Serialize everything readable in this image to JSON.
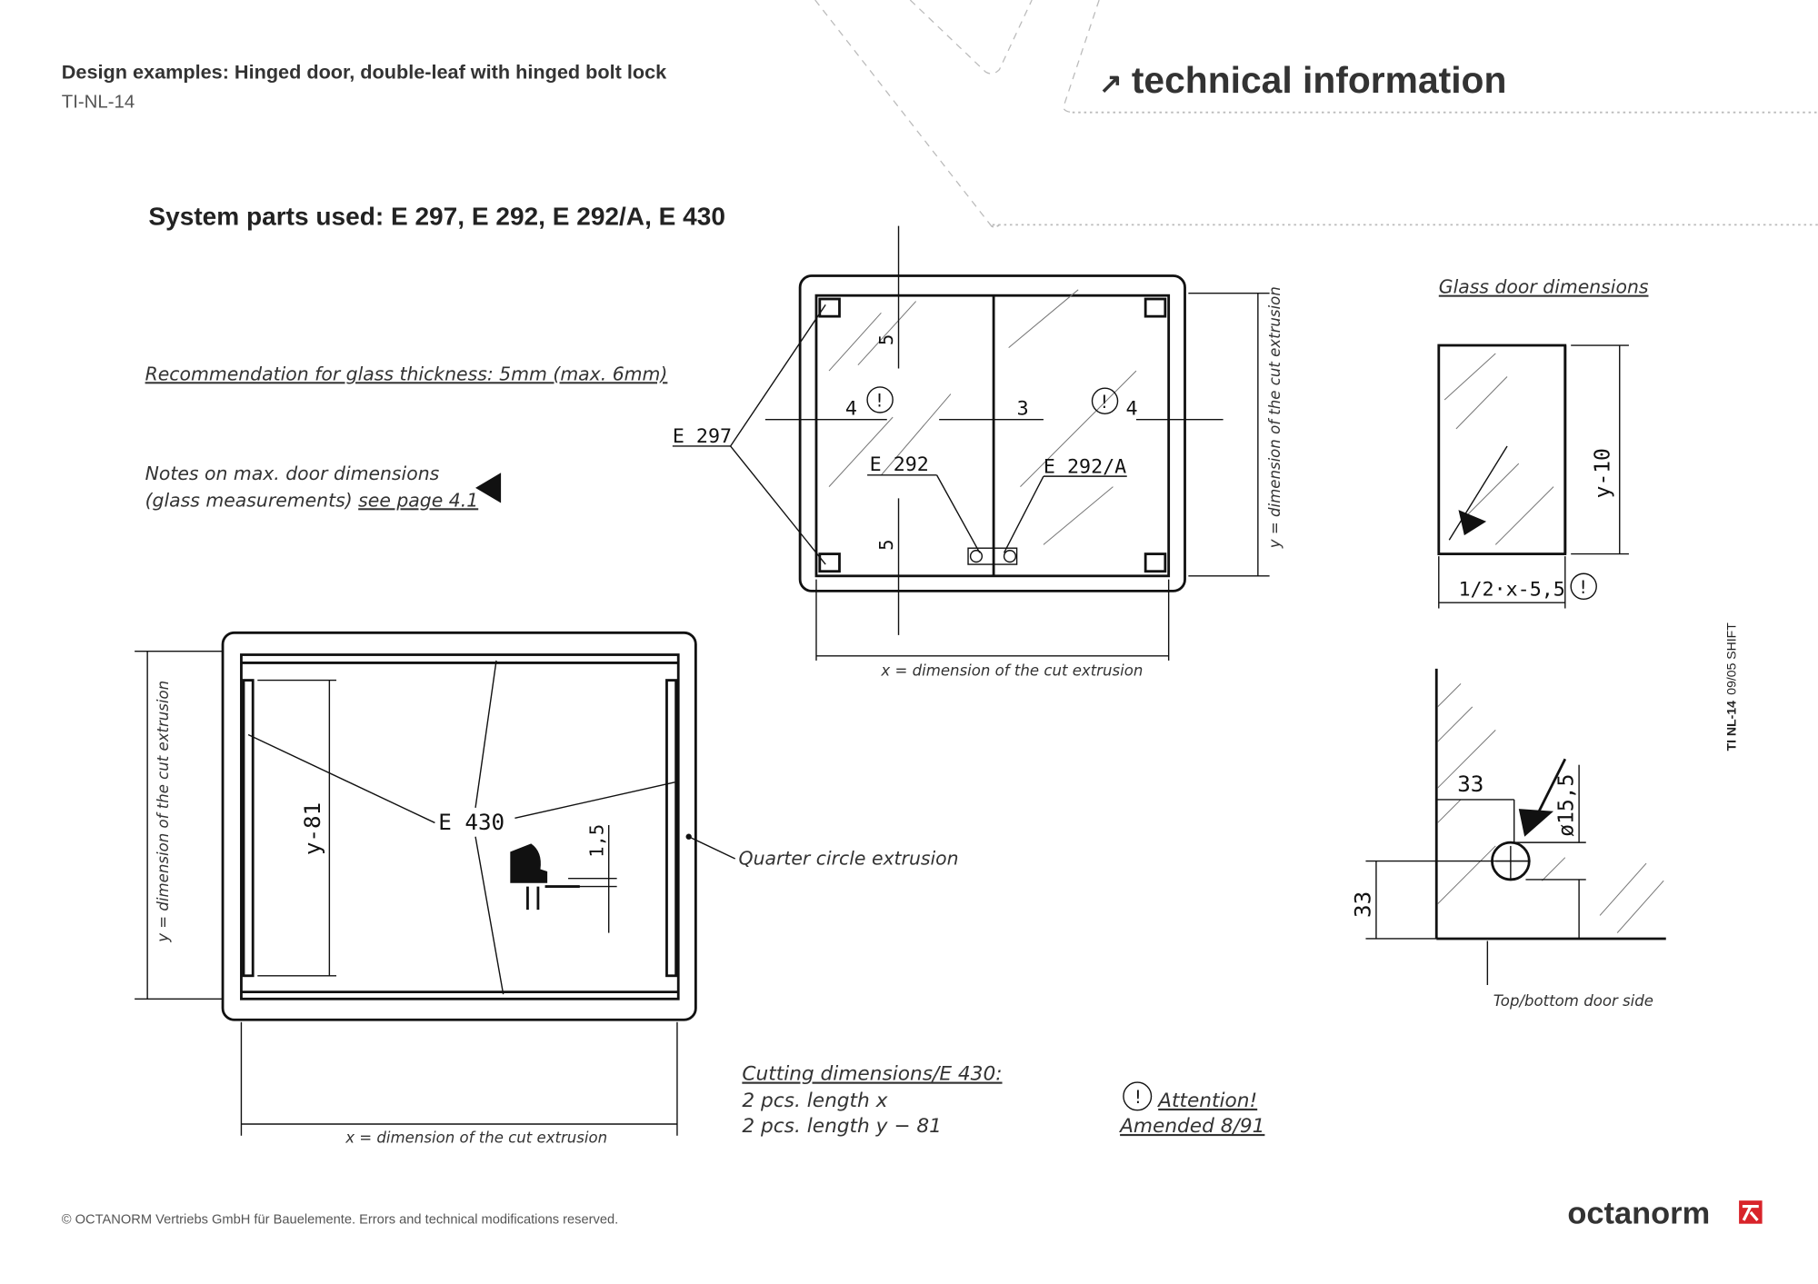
{
  "header": {
    "title": "Design examples: Hinged door, double-leaf with hinged bolt lock",
    "doc_code": "TI-NL-14",
    "section_icon": "arrow-up-right-icon",
    "section_arrow": "↗",
    "section_title": "technical information"
  },
  "system_parts": "System parts used: E 297, E 292, E 292/A, E 430",
  "notes": {
    "glass_thickness": "Recommendation for glass thickness: 5mm (max. 6mm)",
    "max_dims_line1": "Notes on max. door dimensions",
    "max_dims_line2_prefix": "(glass measurements) ",
    "max_dims_link": "see page 4.1"
  },
  "top_drawing": {
    "label_e297": "E 297",
    "label_e292": "E 292",
    "label_e292a": "E 292/A",
    "dim_top": "5",
    "dim_bottom": "5",
    "dim_left": "4",
    "dim_middle": "3",
    "dim_right": "4",
    "attention_symbol": "!",
    "x_caption": "x = dimension of the cut extrusion",
    "y_caption": "y = dimension of the cut extrusion"
  },
  "glass_door": {
    "title": "Glass door dimensions",
    "height_dim": "y-10",
    "width_dim": "1/2·x-5,5",
    "attention_symbol": "!"
  },
  "detail": {
    "dim_horizontal": "33",
    "dim_vertical": "33",
    "dim_diameter": "ø15,5",
    "caption": "Top/bottom door side"
  },
  "bottom_drawing": {
    "label_e430": "E 430",
    "dim_height": "y-81",
    "dim_small": "1,5",
    "quarter_circle": "Quarter circle extrusion",
    "x_caption": "x = dimension of the cut extrusion",
    "y_caption": "y = dimension of the cut extrusion"
  },
  "cutting": {
    "title": "Cutting dimensions/E 430:",
    "line1": "2 pcs. length x",
    "line2": "2 pcs. length y − 81"
  },
  "attention": {
    "symbol": "!",
    "line1": "Attention!",
    "line2": "Amended 8/91"
  },
  "side_code": {
    "bold": "TI NL-14",
    "rest": "09/05 SHIFT"
  },
  "footer": {
    "copyright": "© OCTANORM Vertriebs GmbH für Bauelemente. Errors and technical modifications reserved.",
    "logo_text": "octanorm",
    "brand_color": "#d8232a"
  }
}
